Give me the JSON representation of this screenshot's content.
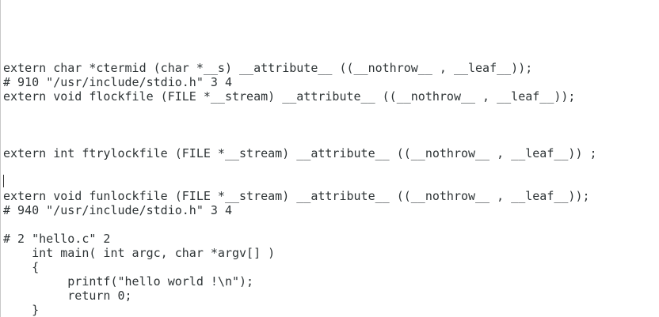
{
  "editor": {
    "lines": [
      "extern char *ctermid (char *__s) __attribute__ ((__nothrow__ , __leaf__));",
      "# 910 \"/usr/include/stdio.h\" 3 4",
      "extern void flockfile (FILE *__stream) __attribute__ ((__nothrow__ , __leaf__));",
      "extern int ftrylockfile (FILE *__stream) __attribute__ ((__nothrow__ , __leaf__)) ;",
      "extern void funlockfile (FILE *__stream) __attribute__ ((__nothrow__ , __leaf__));",
      "# 940 \"/usr/include/stdio.h\" 3 4",
      "# 2 \"hello.c\" 2",
      "    int main( int argc, char *argv[] )",
      "    {",
      "         printf(\"hello world !\\n\");",
      "         return 0;",
      "    }"
    ]
  }
}
